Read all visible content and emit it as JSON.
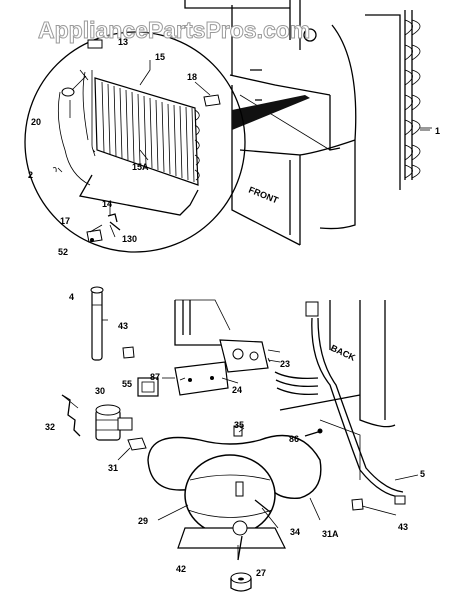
{
  "watermark": "AppliancePartsPros.com",
  "front_label": "FRONT",
  "back_label": "BACK",
  "callouts": {
    "c1": "1",
    "c2": "2",
    "c4": "4",
    "c5": "5",
    "c13": "13",
    "c14": "14",
    "c15": "15",
    "c15a": "15A",
    "c17": "17",
    "c18": "18",
    "c20": "20",
    "c23": "23",
    "c24": "24",
    "c27": "27",
    "c29": "29",
    "c30": "30",
    "c31": "31",
    "c31a": "31A",
    "c32": "32",
    "c34": "34",
    "c35": "35",
    "c42": "42",
    "c43a": "43",
    "c43b": "43",
    "c52": "52",
    "c55": "55",
    "c86": "86",
    "c87": "87",
    "c130": "130"
  }
}
